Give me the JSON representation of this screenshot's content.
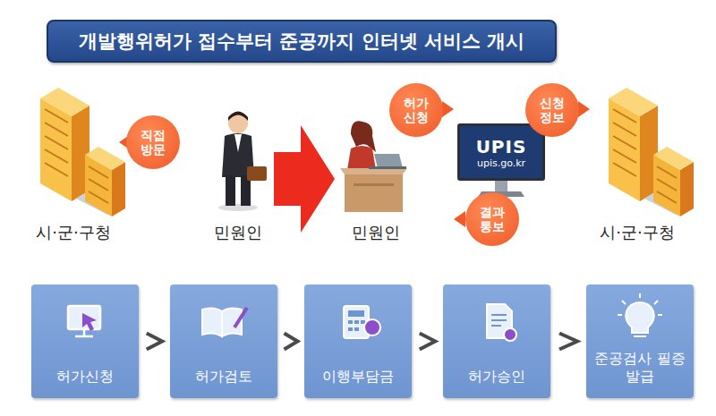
{
  "diagram": {
    "title": "개발행위허가 접수부터 준공까지 인터넷 서비스 개시",
    "nodes": [
      {
        "text": [
          "직접 방문"
        ]
      },
      {
        "text": [
          "허가 신청"
        ]
      },
      {
        "text": [
          "UPIS",
          "upis.go.kr"
        ]
      },
      {
        "text": [
          "신청 정보"
        ]
      },
      {
        "text": [
          "결과 통보"
        ]
      },
      {
        "text": [
          "허가신청"
        ]
      },
      {
        "text": [
          "허가검토"
        ]
      },
      {
        "text": [
          "이행부담금"
        ]
      },
      {
        "text": [
          "허가승인"
        ]
      },
      {
        "text": [
          "준공검사 필증발급"
        ]
      }
    ],
    "edges": [
      {
        "from": 5,
        "to": 6,
        "arrow": "to"
      },
      {
        "from": 6,
        "to": 7,
        "arrow": "to"
      },
      {
        "from": 7,
        "to": 8,
        "arrow": "to"
      },
      {
        "from": 8,
        "to": 9,
        "arrow": "to"
      }
    ],
    "labels": [
      "시·군·구청",
      "민원인",
      "민원인",
      "시·군·구청"
    ]
  }
}
